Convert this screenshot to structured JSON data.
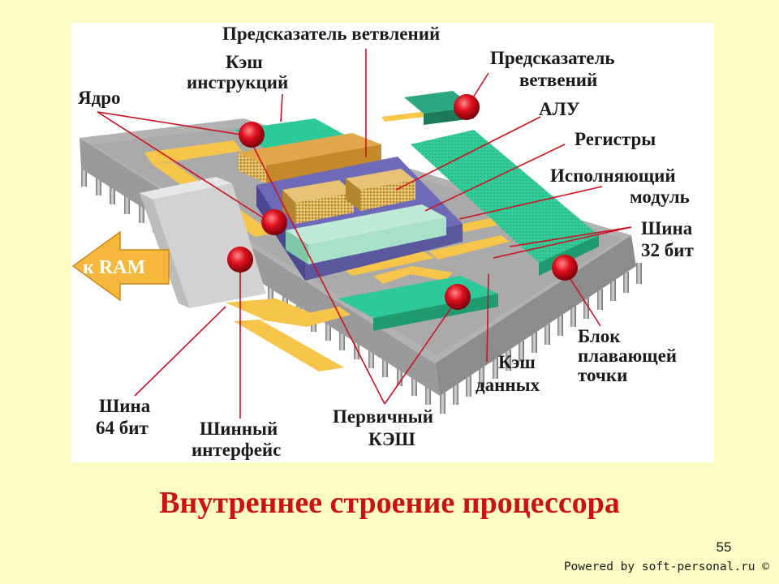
{
  "slide": {
    "title": "Внутреннее строение процессора",
    "title_color": "#cc1111",
    "page_number": "55",
    "footer": "Powered by soft-personal.ru ©"
  },
  "diagram": {
    "labels": {
      "branch_predictor_top": "Предсказатель ветвлений",
      "instruction_cache_1": "Кэш",
      "instruction_cache_2": "инструкций",
      "core": "Ядро",
      "branch_predictor_right_1": "Предсказатель",
      "branch_predictor_right_2": "ветвений",
      "alu": "АЛУ",
      "registers": "Регистры",
      "execution_unit_1": "Исполняющий",
      "execution_unit_2": "модуль",
      "bus32_1": "Шина",
      "bus32_2": "32 бит",
      "fpu_1": "Блок",
      "fpu_2": "плавающей",
      "fpu_3": "точки",
      "data_cache_1": "Кэш",
      "data_cache_2": "данных",
      "primary_cache_1": "Первичный",
      "primary_cache_2": "КЭШ",
      "bus_interface_1": "Шинный",
      "bus_interface_2": "интерфейс",
      "bus64_1": "Шина",
      "bus64_2": "64 бит",
      "to_ram": "к RAM"
    },
    "colors": {
      "chip_base": "#a8a8a8",
      "bus": "#f7c54a",
      "cache_green": "#2ec99a",
      "core_purple": "#6e6ab8",
      "alu_gold": "#d9a640",
      "marker_red": "#e01020",
      "leader_line": "#cc1122",
      "arrow_orange": "#f5b83c"
    }
  }
}
